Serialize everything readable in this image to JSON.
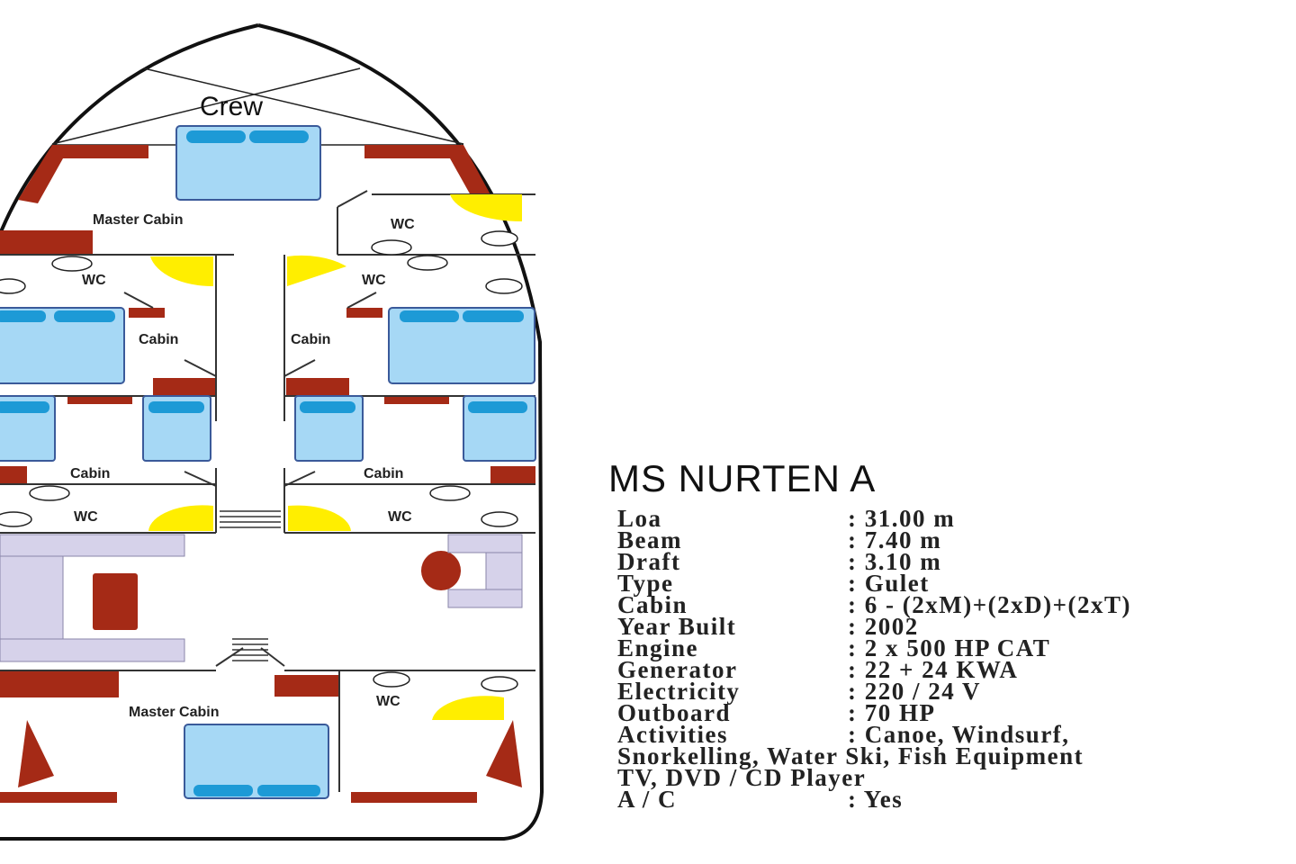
{
  "plan": {
    "crew": "Crew",
    "master_cabin_fore": "Master Cabin",
    "master_cabin_aft": "Master Cabin",
    "wc_labels": [
      "WC",
      "WC",
      "WC",
      "WC",
      "WC",
      "WC"
    ],
    "cabin_labels": [
      "Cabin",
      "Cabin",
      "Cabin",
      "Cabin"
    ]
  },
  "colors": {
    "wall": "#a52a16",
    "bed": "#a6d8f5",
    "pillow": "#1d9ad6",
    "door_swing": "#ffee00",
    "seat": "#d6d2ea"
  },
  "specs": {
    "title": "MS NURTEN A",
    "rows": [
      {
        "key": "Loa",
        "value": ": 31.00 m"
      },
      {
        "key": "Beam",
        "value": ":   7.40 m"
      },
      {
        "key": "Draft",
        "value": ":   3.10 m"
      },
      {
        "key": "Type",
        "value": ": Gulet"
      },
      {
        "key": "Cabin",
        "value": ": 6 - (2xM)+(2xD)+(2xT)"
      },
      {
        "key": "Year Built",
        "value": ": 2002"
      },
      {
        "key": "Engine",
        "value": ": 2 x 500 HP CAT"
      },
      {
        "key": "Generator",
        "value": ": 22 + 24 KWA"
      },
      {
        "key": "Electricity",
        "value": ": 220 / 24 V"
      },
      {
        "key": "Outboard",
        "value": ": 70 HP"
      },
      {
        "key": "Activities",
        "value": ": Canoe, Windsurf,"
      }
    ],
    "activities_cont": "Snorkelling, Water Ski, Fish Equipment",
    "tv": "TV,  DVD / CD Player",
    "ac_key": "A / C",
    "ac_value": ": Yes"
  }
}
